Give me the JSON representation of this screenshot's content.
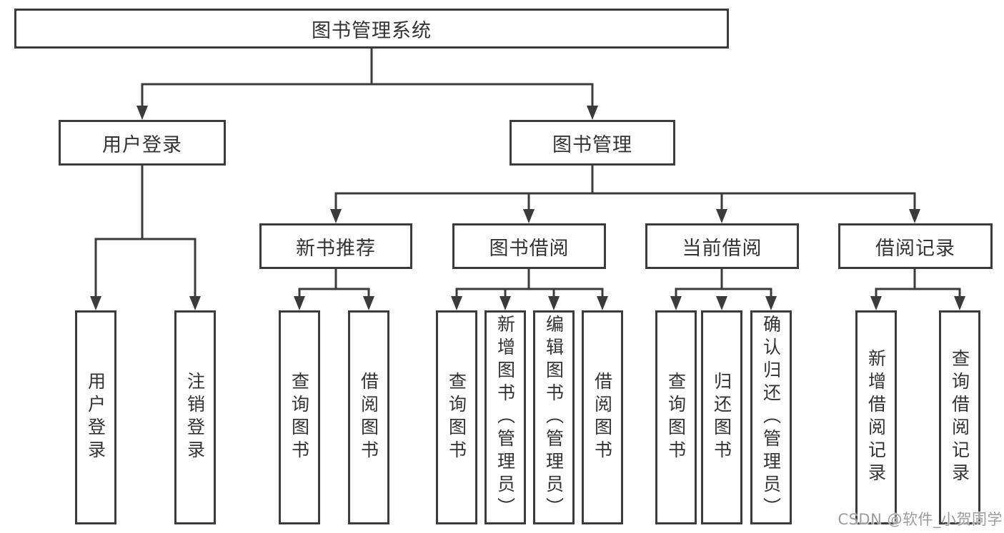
{
  "diagram": {
    "root": {
      "label": "图书管理系统",
      "children": [
        {
          "label": "用户登录",
          "children": [
            {
              "label": "用户登录"
            },
            {
              "label": "注销登录"
            }
          ]
        },
        {
          "label": "图书管理",
          "children": [
            {
              "label": "新书推荐",
              "children": [
                {
                  "label": "查询图书"
                },
                {
                  "label": "借阅图书"
                }
              ]
            },
            {
              "label": "图书借阅",
              "children": [
                {
                  "label": "查询图书"
                },
                {
                  "label": "新增图书（管理员）"
                },
                {
                  "label": "编辑图书（管理员）"
                },
                {
                  "label": "借阅图书"
                }
              ]
            },
            {
              "label": "当前借阅",
              "children": [
                {
                  "label": "查询图书"
                },
                {
                  "label": "归还图书"
                },
                {
                  "label": "确认归还（管理员）"
                }
              ]
            },
            {
              "label": "借阅记录",
              "children": [
                {
                  "label": "新增借阅记录"
                },
                {
                  "label": "查询借阅记录"
                }
              ]
            }
          ]
        }
      ]
    }
  },
  "watermark": "CSDN @软件_小贺同学",
  "colors": {
    "line": "#3b3b3b",
    "text": "#333333",
    "watermark": "#9c9c9c",
    "background": "#ffffff"
  }
}
